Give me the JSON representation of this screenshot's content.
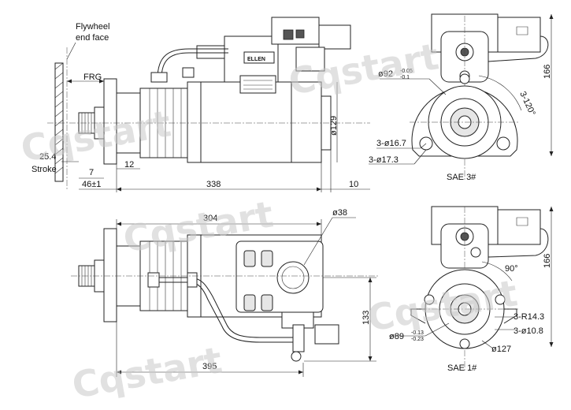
{
  "labels": {
    "flywheel_line1": "Flywheel",
    "flywheel_line2": "end face",
    "frg": "FRG",
    "stroke_value": "25.4",
    "stroke_word": "Stroke",
    "dim_7": "7",
    "dim_12": "12",
    "dim_46": "46±1",
    "dim_338": "338",
    "dim_10": "10",
    "dim_129": "ø129",
    "dim_304": "304",
    "dim_38": "ø38",
    "dim_133": "133",
    "dim_395": "395",
    "dim_92": "ø92",
    "dim_92_tol_top": "-0.05",
    "dim_92_tol_bot": "-0.1",
    "dim_3_120": "3-120°",
    "dim_166_top": "166",
    "dim_3_167": "3-ø16.7",
    "dim_3_173": "3-ø17.3",
    "sae3": "SAE 3#",
    "dim_90": "90°",
    "dim_166_bot": "166",
    "dim_3_r143": "3-R14.3",
    "dim_3_108": "3-ø10.8",
    "dim_89": "ø89",
    "dim_89_tol_top": "-0.13",
    "dim_89_tol_bot": "-0.23",
    "dim_127": "ø127",
    "sae1": "SAE 1#",
    "nameplate_brand": "ELLEN"
  },
  "watermark": "Cqstart"
}
